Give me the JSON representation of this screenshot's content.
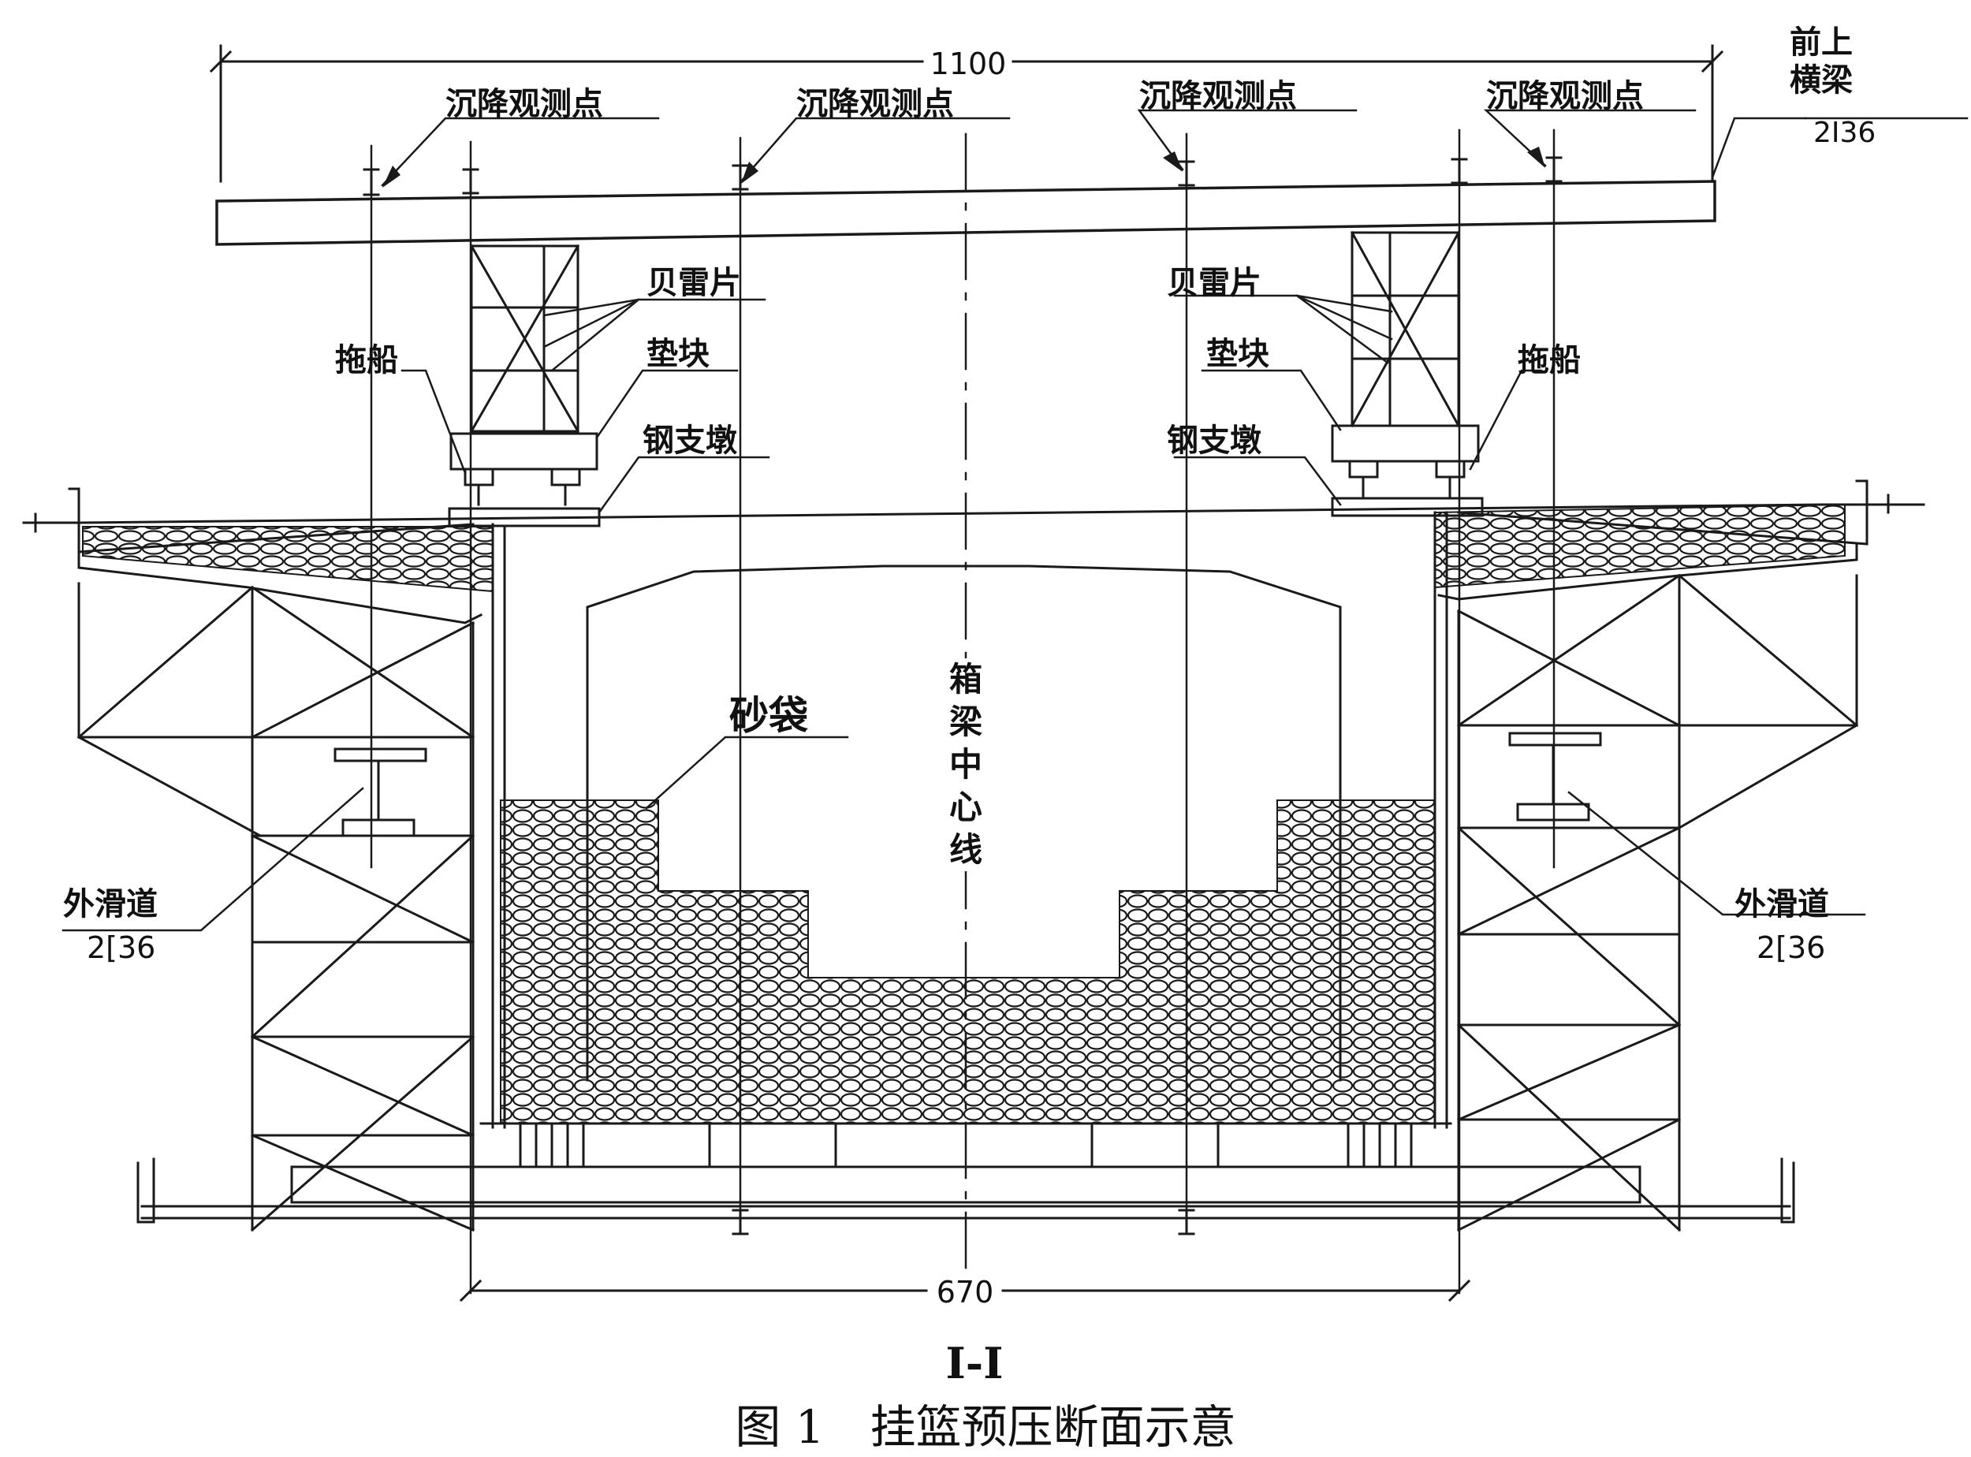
{
  "figure": {
    "section_mark": "I-I",
    "caption": "图 1　挂篮预压断面示意"
  },
  "dimensions": {
    "top_width": "1100",
    "bottom_width": "670"
  },
  "labels": {
    "settlement_point": "沉降观测点",
    "front_beam": "前上横梁",
    "front_beam_spec": "2I36",
    "bailey_panel": "贝雷片",
    "pad_block": "垫块",
    "towing_shoe": "拖船",
    "steel_pier": "钢支墩",
    "sand_bags": "砂袋",
    "box_girder_centerline": "箱梁中心线",
    "outer_slideway": "外滑道",
    "outer_slideway_spec": "2[36"
  },
  "colors": {
    "line": "#1a1a1a",
    "background": "#ffffff"
  }
}
